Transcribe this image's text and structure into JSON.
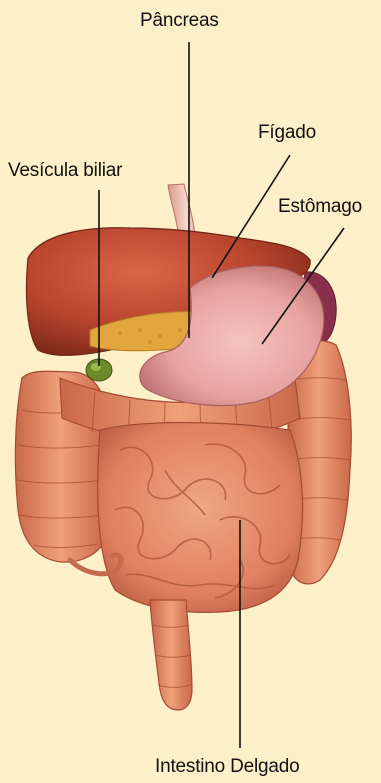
{
  "labels": {
    "pancreas": "Pâncreas",
    "figado": "Fígado",
    "vesicula": "Vesícula biliar",
    "estomago": "Estômago",
    "intestino": "Intestino Delgado"
  },
  "colors": {
    "background": "#fdf0c8",
    "liver": "#b8442c",
    "stomach": "#e7a3a0",
    "intestine": "#e48a66",
    "gallbladder": "#6d8a2a",
    "spleen": "#8a2f4a",
    "pancreas": "#e3a53e",
    "leader_line": "#111111"
  }
}
